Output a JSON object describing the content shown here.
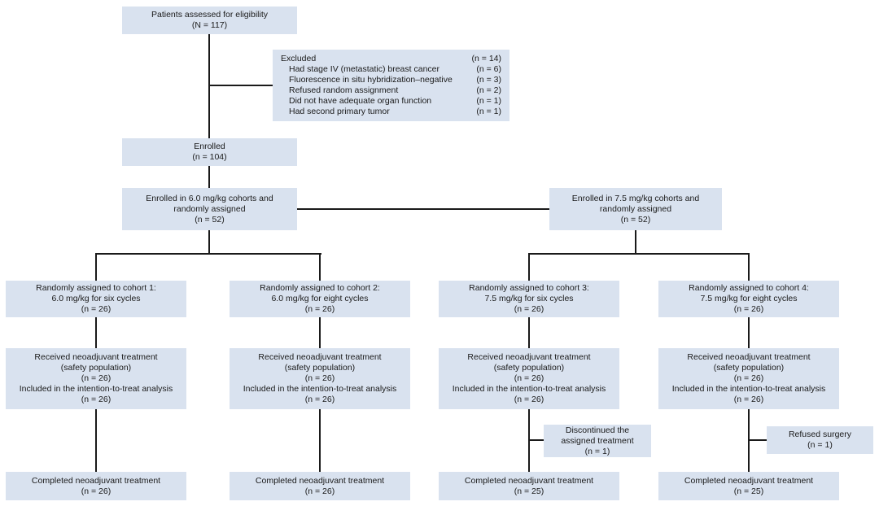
{
  "figure": {
    "type": "consort-flow-diagram",
    "background_color": "#ffffff",
    "box_fill_color": "#d9e2ef",
    "line_color": "#1a1a1a",
    "text_color": "#1a1a1a"
  },
  "assessed": {
    "line1": "Patients assessed for eligibility",
    "line2": "(N = 117)"
  },
  "excluded": {
    "title": "Excluded",
    "title_n": "(n = 14)",
    "reasons": [
      {
        "label": "Had stage IV (metastatic) breast cancer",
        "n": "(n = 6)"
      },
      {
        "label": "Fluorescence in situ hybridization–negative",
        "n": "(n = 3)"
      },
      {
        "label": "Refused random assignment",
        "n": "(n = 2)"
      },
      {
        "label": "Did not have adequate organ function",
        "n": "(n = 1)"
      },
      {
        "label": "Had second primary tumor",
        "n": "(n = 1)"
      }
    ]
  },
  "enrolled": {
    "line1": "Enrolled",
    "line2": "(n = 104)"
  },
  "groups": [
    {
      "line1": "Enrolled in 6.0 mg/kg cohorts and",
      "line2": "randomly assigned",
      "line3": "(n = 52)"
    },
    {
      "line1": "Enrolled in 7.5 mg/kg cohorts and",
      "line2": "randomly assigned",
      "line3": "(n = 52)"
    }
  ],
  "cohorts": [
    {
      "line1": "Randomly assigned to cohort 1:",
      "line2": "6.0 mg/kg for six cycles",
      "line3": "(n = 26)"
    },
    {
      "line1": "Randomly assigned to cohort 2:",
      "line2": "6.0 mg/kg for eight cycles",
      "line3": "(n = 26)"
    },
    {
      "line1": "Randomly assigned to cohort 3:",
      "line2": "7.5 mg/kg for six cycles",
      "line3": "(n = 26)"
    },
    {
      "line1": "Randomly assigned to cohort 4:",
      "line2": "7.5 mg/kg for eight cycles",
      "line3": "(n = 26)"
    }
  ],
  "received": [
    {
      "line1": "Received neoadjuvant treatment",
      "line2": "(safety population)",
      "line3": "(n = 26)",
      "line4": "Included in the intention-to-treat analysis",
      "line5": "(n = 26)"
    },
    {
      "line1": "Received neoadjuvant treatment",
      "line2": "(safety population)",
      "line3": "(n = 26)",
      "line4": "Included in the intention-to-treat analysis",
      "line5": "(n = 26)"
    },
    {
      "line1": "Received neoadjuvant treatment",
      "line2": "(safety population)",
      "line3": "(n = 26)",
      "line4": "Included in the intention-to-treat analysis",
      "line5": "(n = 26)"
    },
    {
      "line1": "Received neoadjuvant treatment",
      "line2": "(safety population)",
      "line3": "(n = 26)",
      "line4": "Included in the intention-to-treat analysis",
      "line5": "(n = 26)"
    }
  ],
  "dropouts": {
    "discontinued": {
      "line1": "Discontinued the",
      "line2": "assigned treatment",
      "line3": "(n = 1)"
    },
    "refused": {
      "line1": "Refused surgery",
      "line2": "(n = 1)"
    }
  },
  "completed": [
    {
      "line1": "Completed neoadjuvant treatment",
      "line2": "(n = 26)"
    },
    {
      "line1": "Completed neoadjuvant treatment",
      "line2": "(n = 26)"
    },
    {
      "line1": "Completed neoadjuvant treatment",
      "line2": "(n = 25)"
    },
    {
      "line1": "Completed neoadjuvant treatment",
      "line2": "(n = 25)"
    }
  ]
}
